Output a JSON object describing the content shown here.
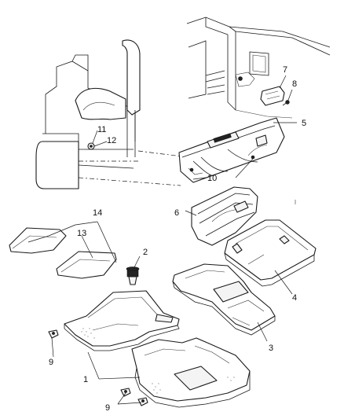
{
  "callouts": [
    {
      "id": "1",
      "label": "1"
    },
    {
      "id": "2",
      "label": "2"
    },
    {
      "id": "3",
      "label": "3"
    },
    {
      "id": "4",
      "label": "4"
    },
    {
      "id": "5",
      "label": "5"
    },
    {
      "id": "6",
      "label": "6"
    },
    {
      "id": "7",
      "label": "7"
    },
    {
      "id": "8",
      "label": "8"
    },
    {
      "id": "9a",
      "label": "9"
    },
    {
      "id": "9b",
      "label": "9"
    },
    {
      "id": "10",
      "label": "10"
    },
    {
      "id": "11",
      "label": "11"
    },
    {
      "id": "12",
      "label": "12"
    },
    {
      "id": "13",
      "label": "13"
    },
    {
      "id": "14",
      "label": "14"
    }
  ]
}
